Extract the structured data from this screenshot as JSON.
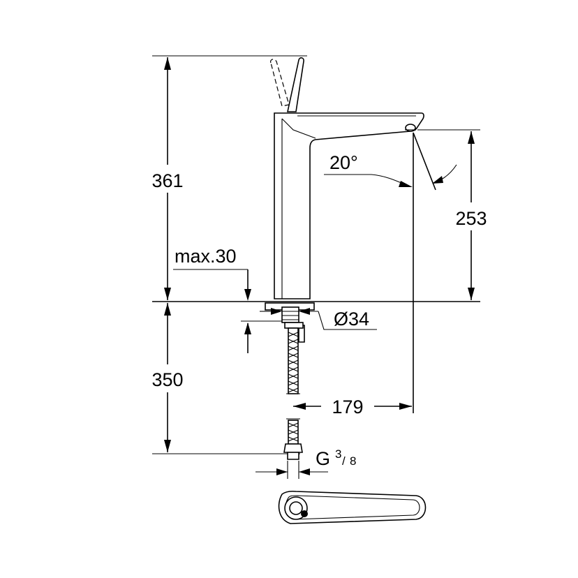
{
  "dimensions": {
    "total_height": "361",
    "spout_height": "253",
    "below_deck": "350",
    "max_deck_thickness": "max.30",
    "hole_diameter": "Ø34",
    "spout_reach": "179",
    "spout_angle": "20°",
    "connection_thread": "G",
    "thread_num": "3",
    "thread_den": "8"
  }
}
